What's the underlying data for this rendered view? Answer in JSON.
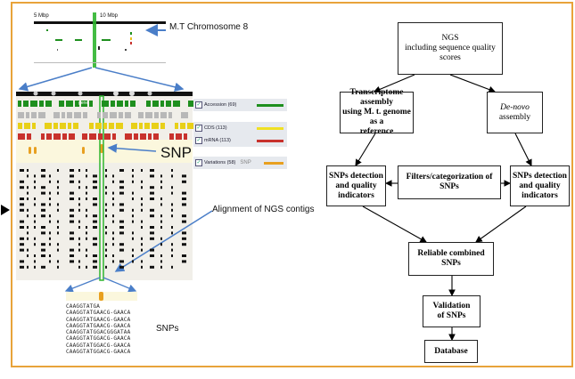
{
  "genome": {
    "scale_start": "5 Mbp",
    "scale_end": "10 Mbp",
    "chromosome_label": "M.T Chromosome 8",
    "snp_label": "SNP",
    "alignment_label": "Alignment of NGS contigs",
    "snps_label": "SNPs",
    "gene_tag": "gene"
  },
  "legend": [
    {
      "label": "Accession (69)",
      "color": "#1e8f1e"
    },
    {
      "label": "CDS (113)",
      "color": "#f0e024"
    },
    {
      "label": "mRNA (113)",
      "color": "#c8322d"
    },
    {
      "label": "Variations (58)",
      "extra": "SNP",
      "color": "#e8a020"
    }
  ],
  "sequences": [
    "CAAGGTATGA",
    "CAAGGTATGAACG-GAACA",
    "CAAGGTATGAACG-GAACA",
    "CAAGGTATGAACG-GAACA",
    "CAAGGTATGGACGGGATAA",
    "CAAGGTATGGACG-GAACA",
    "CAAGGTATGGACG-GAACA",
    "CAAGGTATGGACG-GAACA"
  ],
  "flowchart": {
    "ngs": [
      "NGS",
      "including sequence quality",
      "scores"
    ],
    "transcriptome": [
      "Transcriptome assembly",
      "using M. t. genome as a",
      "reference"
    ],
    "denovo": [
      "De-novo",
      "assembly"
    ],
    "snp_left": [
      "SNPs detection",
      "and quality",
      "indicators"
    ],
    "filters": [
      "Filters/categorization of",
      "SNPs"
    ],
    "snp_right": [
      "SNPs detection",
      "and quality",
      "indicators"
    ],
    "reliable": [
      "Reliable combined",
      "SNPs"
    ],
    "validation": [
      "Validation",
      "of SNPs"
    ],
    "database": "Database"
  },
  "colors": {
    "frame": "#e8a33a",
    "arrow_blue": "#4a7ec8",
    "highlight_green": "#2fb52f",
    "snp_orange": "#e8a020"
  }
}
